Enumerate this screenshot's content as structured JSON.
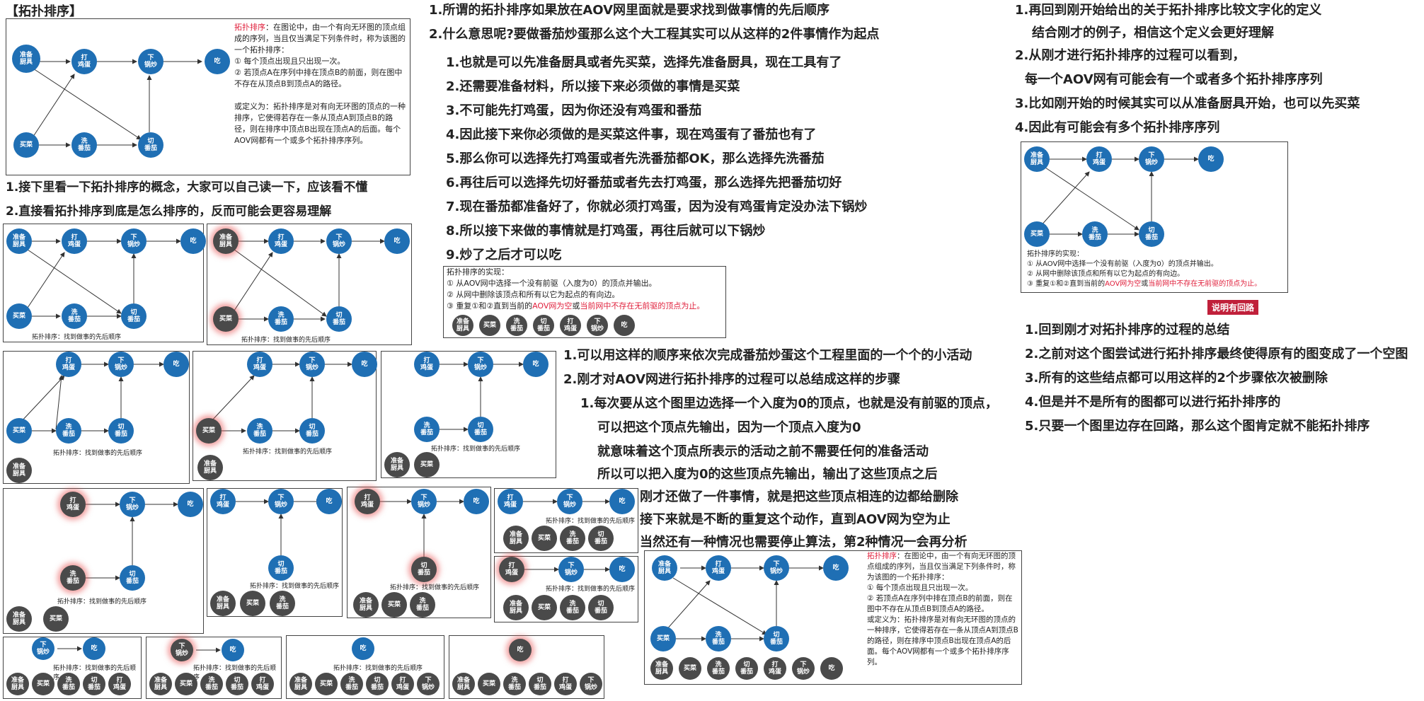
{
  "title": "【拓扑排序】",
  "node_labels": {
    "prep": "准备\n厨具",
    "egg": "打\n鸡蛋",
    "pot": "下\n锅炒",
    "eat": "吃",
    "buy": "买菜",
    "wash": "洗\n番茄",
    "cut": "切\n番茄"
  },
  "caption": "拓扑排序：找到做事的先后顺序",
  "definition": {
    "term": "拓扑排序",
    "p1": "：在图论中，由一个有向无环图的顶点组成的序列，当且仅当满足下列条件时，称为该图的一个拓扑排序：",
    "p1_highlight": "有向无环图",
    "c1": "① 每个顶点出现且只出现一次。",
    "c2": "② 若顶点A在序列中排在顶点B的前面，则在图中不存在从顶点B到顶点A的路径。",
    "p2": "或定义为：拓扑排序是对有向无环图的顶点的一种排序，它使得若存在一条从顶点A到顶点B的路径，则在排序中顶点B出现在顶点A的后面。每个AOV网都有一个或多个拓扑排序序列。"
  },
  "impl": {
    "head": "拓扑排序的实现：",
    "s1": "① 从AOV网中选择一个没有前驱（入度为0）的顶点并输出。",
    "s2": "② 从网中删除该顶点和所有以它为起点的有向边。",
    "s3a": "③ 重复①和②直到当前的",
    "s3b": "AOV网为空",
    "s3c": "或",
    "s3d": "当前网中不存在无前驱的顶点为止。"
  },
  "left_notes": [
    "1.接下里看一下拓扑排序的概念，大家可以自己读一下，应该看不懂",
    "2.直接看拓扑排序到底是怎么排序的，反而可能会更容易理解"
  ],
  "col2_top": [
    "1.所谓的拓扑排序如果放在AOV网里面就是要求找到做事情的先后顺序",
    "2.什么意思呢?要做番茄炒蛋那么这个大工程其实可以从这样的2件事情作为起点"
  ],
  "col2_list": [
    "1.也就是可以先准备厨具或者先买菜，选择先准备厨具，现在工具有了",
    "2.还需要准备材料，所以接下来必须做的事情是买菜",
    "3.不可能先打鸡蛋，因为你还没有鸡蛋和番茄",
    "4.因此接下来你必须做的是买菜这件事，现在鸡蛋有了番茄也有了",
    "5.那么你可以选择先打鸡蛋或者先洗番茄都OK，那么选择先洗番茄",
    "6.再往后可以选择先切好番茄或者先去打鸡蛋，那么选择先把番茄切好",
    "7.现在番茄都准备好了，你就必须打鸡蛋，因为没有鸡蛋肯定没办法下锅炒",
    "8.所以接下来做的事情就是打鸡蛋，再往后就可以下锅炒",
    "9.炒了之后才可以吃"
  ],
  "col3_list": [
    "1.可以用这样的顺序来依次完成番茄炒蛋这个工程里面的一个个的小活动",
    "2.刚才对AOV网进行拓扑排序的过程可以总结成这样的步骤",
    "1.每次要从这个图里边选择一个入度为0的顶点，也就是没有前驱的顶点，",
    "可以把这个顶点先输出，因为一个顶点入度为0",
    "就意味着这个顶点所表示的活动之前不需要任何的准备活动",
    "所以可以把入度为0的这些顶点先输出，输出了这些顶点之后",
    "刚才还做了一件事情，就是把这些顶点相连的边都给删除",
    "接下来就是不断的重复这个动作，直到AOV网为空为止",
    "当然还有一种情况也需要停止算法，第2种情况一会再分析"
  ],
  "col4_top": [
    "1.再回到刚开始给出的关于拓扑排序比较文字化的定义",
    "结合刚才的例子，相信这个定义会更好理解",
    "2.从刚才进行拓扑排序的过程可以看到，",
    "每一个AOV网有可能会有一个或者多个拓扑排序序列",
    "3.比如刚开始的时候其实可以从准备厨具开始，也可以先买菜",
    "4.因此有可能会有多个拓扑排序序列"
  ],
  "col4_badge": "说明有回路",
  "col4_bottom": [
    "1.回到刚才对拓扑排序的过程的总结",
    "2.之前对这个图尝试进行拓扑排序最终使得原有的图变成了一个空图",
    "3.所有的这些结点都可以用这样的2个步骤依次被删除",
    "4.但是并不是所有的图都可以进行拓扑排序的",
    "5.只要一个图里边存在回路，那么这个图肯定就不能拓扑排序"
  ],
  "colors": {
    "node": "#1f6fb4",
    "removed": "#4a4a4a",
    "red": "#e0203c",
    "blue": "#1a4fd8",
    "gray": "#9a9a9a"
  }
}
